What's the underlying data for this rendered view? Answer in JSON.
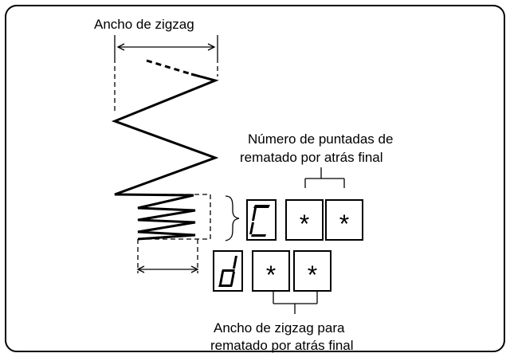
{
  "labels": {
    "zigzag_width": "Ancho de zigzag",
    "stitch_count_line1": "Número de puntadas de",
    "stitch_count_line2": "rematado por atrás final",
    "bt_width_line1": "Ancho de zigzag para",
    "bt_width_line2": "rematado por atrás final"
  },
  "displays": {
    "row1": {
      "letter": "C",
      "digits": [
        "*",
        "*"
      ]
    },
    "row2": {
      "letter": "d",
      "digits": [
        "*",
        "*"
      ]
    }
  }
}
